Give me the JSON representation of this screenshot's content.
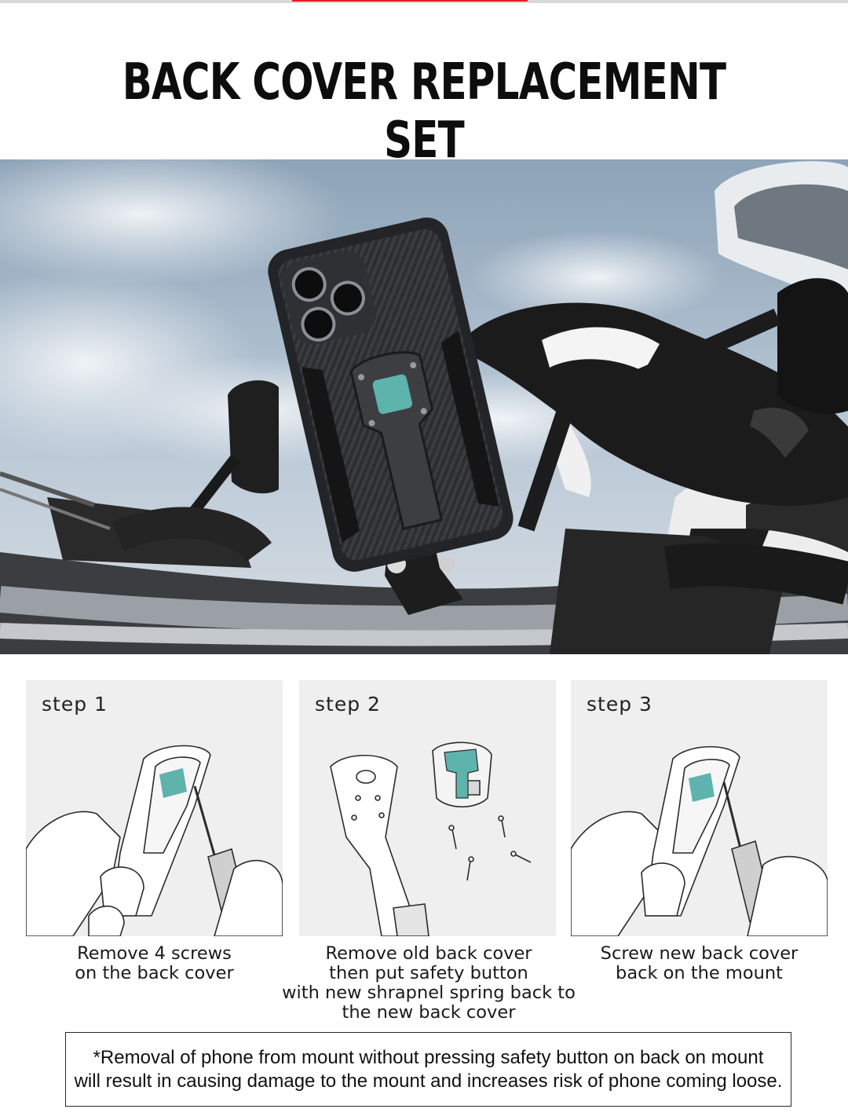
{
  "header": {
    "title": "BACK COVER REPLACEMENT SET"
  },
  "hero": {
    "image": "phone-on-motorcycle-mount-photo"
  },
  "steps": [
    {
      "label": "step 1",
      "caption": "Remove 4 screws\non the back cover",
      "icon": "screwdriver-removing-screws-illustration"
    },
    {
      "label": "step 2",
      "caption": "Remove old back cover\nthen put safety button\nwith new shrapnel spring back to\nthe new back cover",
      "icon": "back-cover-parts-illustration"
    },
    {
      "label": "step 3",
      "caption": "Screw new back cover\nback on the mount",
      "icon": "screwdriver-installing-cover-illustration"
    }
  ],
  "warning": {
    "text": "*Removal of phone from mount without pressing safety button on back on mount\nwill result in causing damage to the mount and increases risk of phone coming loose."
  },
  "colors": {
    "accent_teal": "#5fb3ad",
    "panel_bg": "#efefef",
    "sky": "#aebfd0"
  }
}
